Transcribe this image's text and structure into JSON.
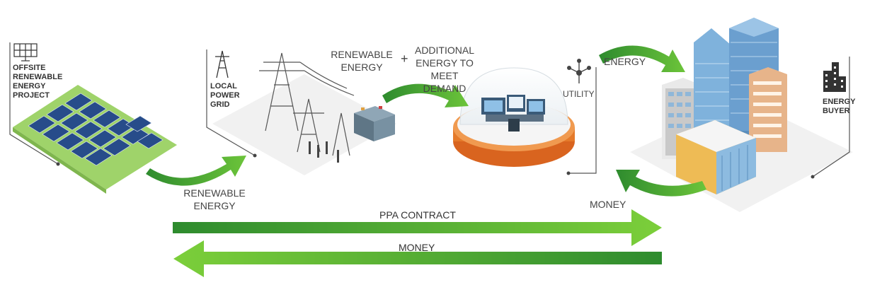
{
  "labels": {
    "offsite_project": [
      "OFFSITE",
      "RENEWABLE",
      "ENERGY",
      "PROJECT"
    ],
    "local_grid": [
      "LOCAL",
      "POWER",
      "GRID"
    ],
    "utility": "UTILITY",
    "energy_buyer": [
      "ENERGY",
      "BUYER"
    ],
    "renewable_energy_top": [
      "RENEWABLE",
      "ENERGY"
    ],
    "plus": "+",
    "additional_energy": [
      "ADDITIONAL",
      "ENERGY TO",
      "MEET DEMAND"
    ],
    "energy": "ENERGY",
    "renewable_energy_bottom": [
      "RENEWABLE",
      "ENERGY"
    ],
    "money_right": "MONEY",
    "ppa_contract": "PPA CONTRACT",
    "money_bar": "MONEY"
  },
  "colors": {
    "green_dark": "#2e8b2e",
    "green_light": "#7ccf3a",
    "ground": "#f2f2f2",
    "orange": "#e57a2a",
    "building_blue": "#6fa9d8"
  },
  "icons": [
    "solar-panel-icon",
    "power-tower-icon",
    "utility-network-icon",
    "building-icon"
  ]
}
